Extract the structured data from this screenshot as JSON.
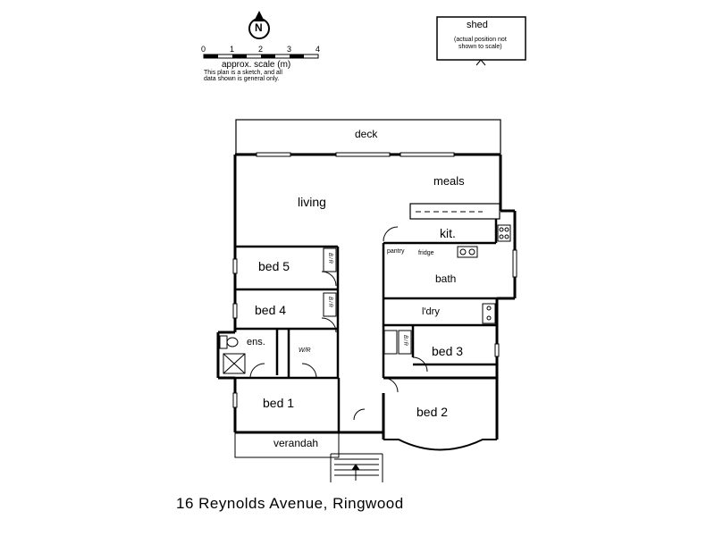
{
  "compass": {
    "letter": "N"
  },
  "scale": {
    "ticks": [
      "0",
      "1",
      "2",
      "3",
      "4"
    ],
    "label": "approx. scale (m)",
    "note_line1": "This plan is a sketch, and all",
    "note_line2": "data shown is general only."
  },
  "shed": {
    "title": "shed",
    "note_line1": "(actual position not",
    "note_line2": "shown to scale)"
  },
  "rooms": {
    "deck": "deck",
    "meals": "meals",
    "living": "living",
    "kit": "kit.",
    "pantry": "pantry",
    "fridge": "fridge",
    "bed5": "bed 5",
    "bed5_robe": "B/R",
    "bath": "bath",
    "bed4": "bed 4",
    "bed4_robe": "B/R",
    "ldry": "l'dry",
    "ens": "ens.",
    "wir": "W/R",
    "bed3": "bed 3",
    "bed3_robe": "B/R",
    "bed1": "bed 1",
    "bed2": "bed 2",
    "verandah": "verandah"
  },
  "address": "16 Reynolds Avenue, Ringwood"
}
